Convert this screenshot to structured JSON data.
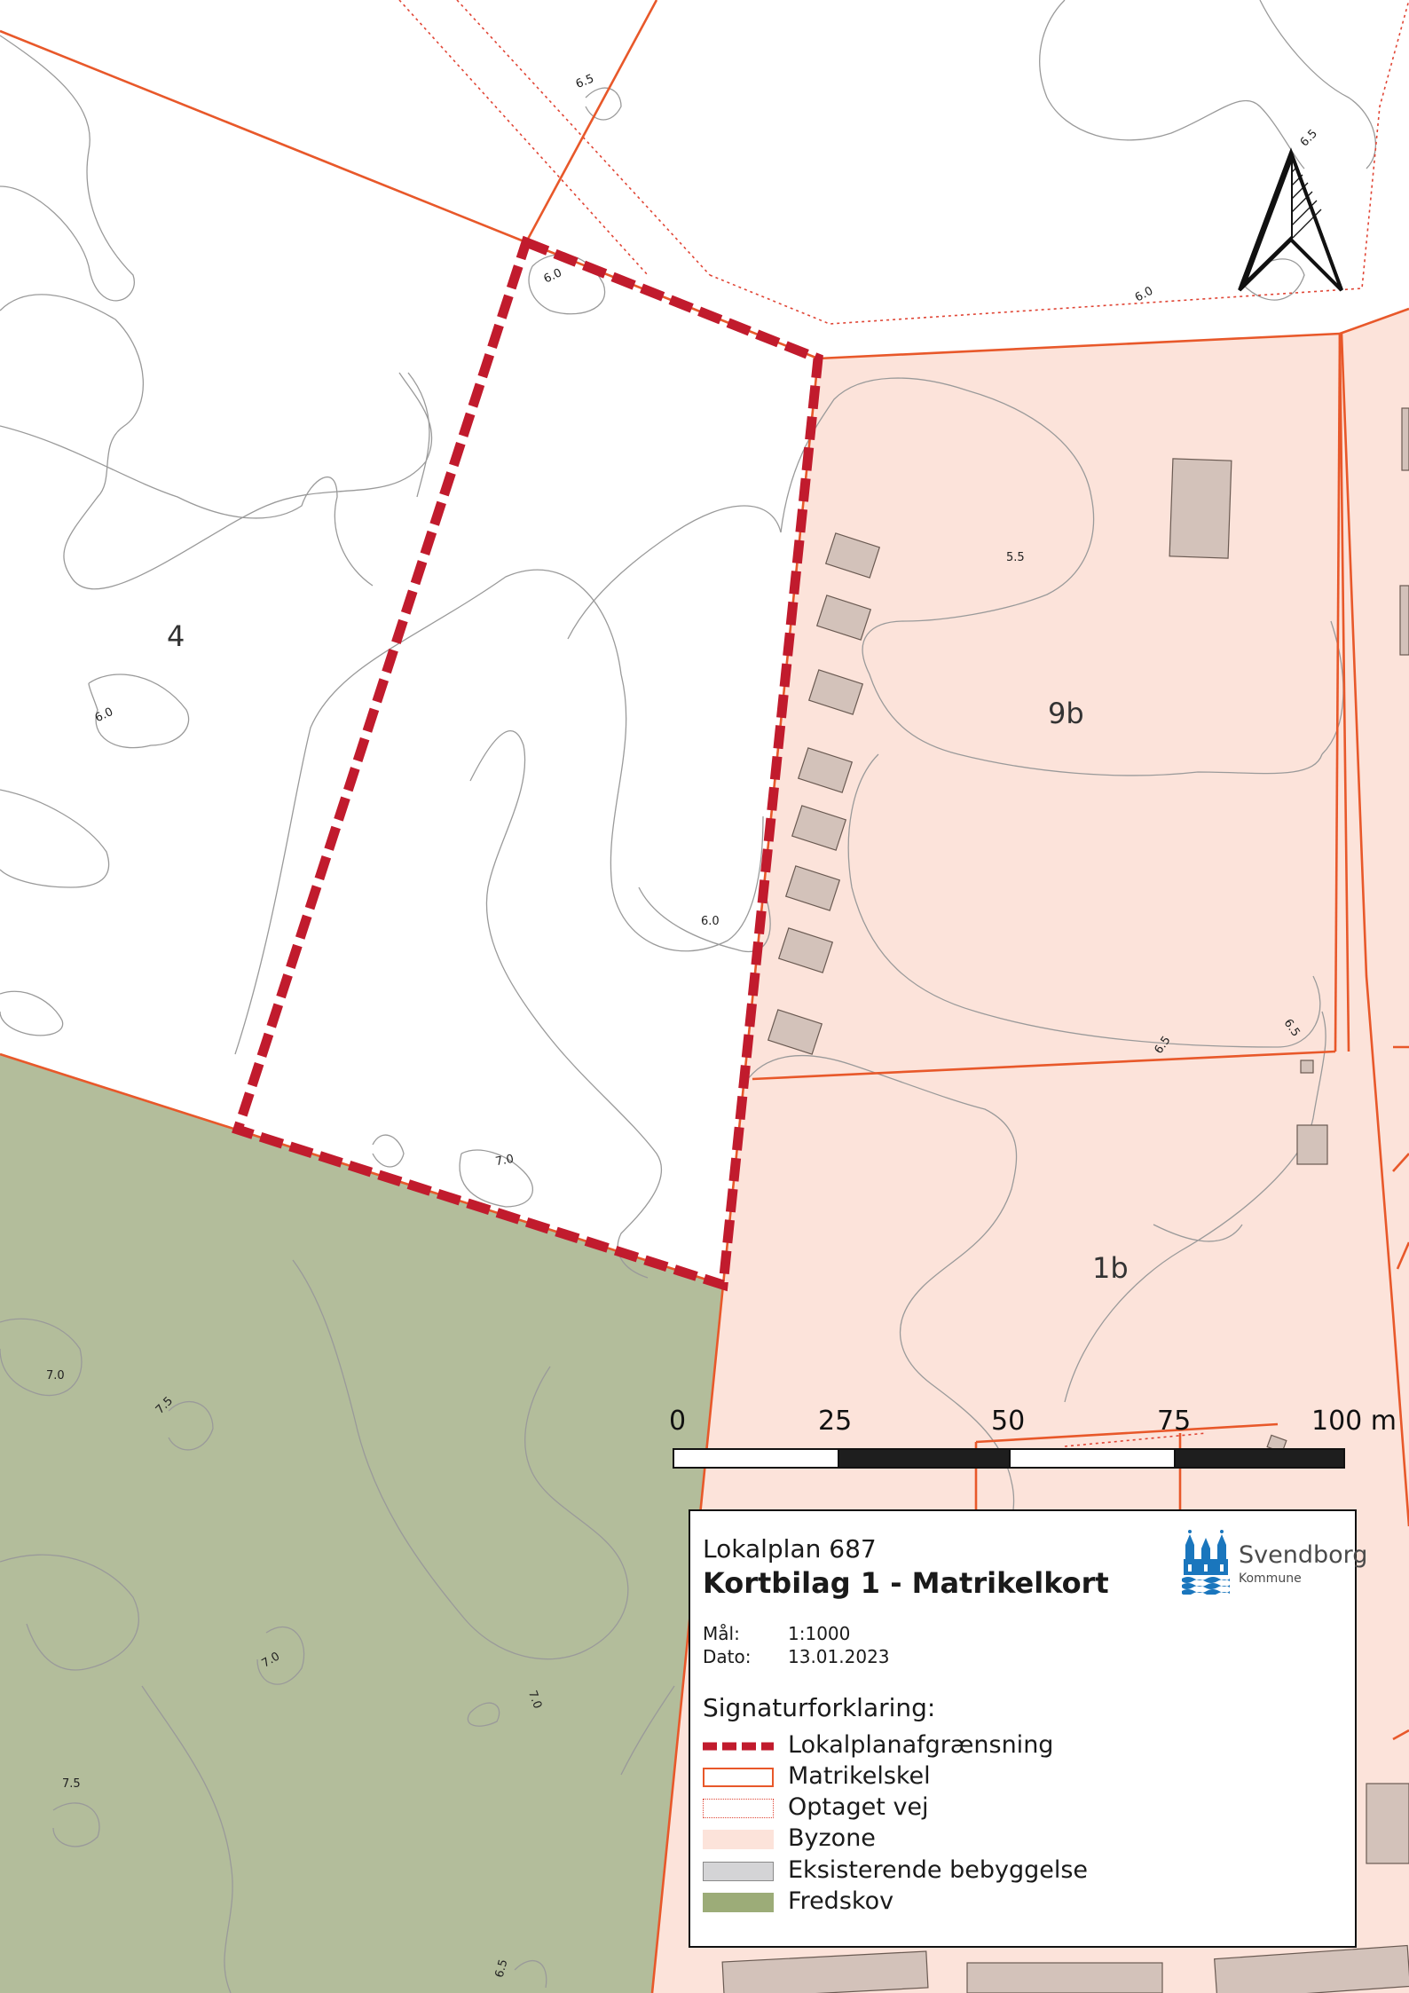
{
  "colors": {
    "fredskov": "#b3bd9b",
    "byzone": "#fce3da",
    "matrikelskel": "#e8582a",
    "lokalplan": "#c11b2d",
    "bebyggelse": "#d3c2ba",
    "contour": "#9a9a9a",
    "logo_blue": "#1a76bd"
  },
  "map": {
    "parcel_labels": [
      "4",
      "9b",
      "1b"
    ],
    "contour_labels": [
      "6.5",
      "6.5",
      "6.0",
      "6.0",
      "6.0",
      "5.5",
      "6.0",
      "6.5",
      "6.5",
      "7.0",
      "7.0",
      "7.5",
      "7.0",
      "7.0",
      "7.5",
      "6.5"
    ],
    "north_arrow": "north-arrow-icon"
  },
  "scale_bar": {
    "labels": [
      "0",
      "25",
      "50",
      "75",
      "100 m"
    ]
  },
  "legend": {
    "subtitle": "Lokalplan 687",
    "title": "Kortbilag 1 - Matrikelkort",
    "scale_label": "Mål:",
    "scale_value": "1:1000",
    "date_label": "Dato:",
    "date_value": "13.01.2023",
    "heading": "Signaturforklaring:",
    "items": [
      {
        "label": "Lokalplanafgrænsning",
        "icon": "dashed-red-line"
      },
      {
        "label": "Matrikelskel",
        "icon": "orange-outline-box"
      },
      {
        "label": "Optaget vej",
        "icon": "dotted-red-box"
      },
      {
        "label": "Byzone",
        "icon": "pink-fill"
      },
      {
        "label": "Eksisterende bebyggelse",
        "icon": "grey-fill"
      },
      {
        "label": "Fredskov",
        "icon": "green-fill"
      }
    ]
  },
  "logo": {
    "name": "Svendborg",
    "sub": "Kommune"
  }
}
